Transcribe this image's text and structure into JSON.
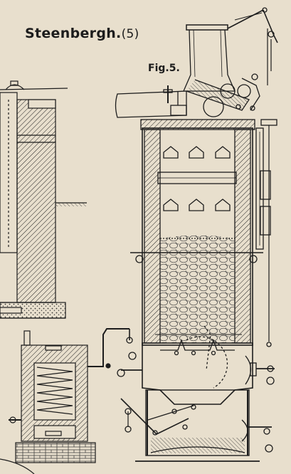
{
  "title": {
    "name": "Steenbergh.",
    "number": "(5)"
  },
  "figure_label": "Fig.5.",
  "colors": {
    "paper": "#e8dfcd",
    "ink": "#1d1d1d"
  }
}
